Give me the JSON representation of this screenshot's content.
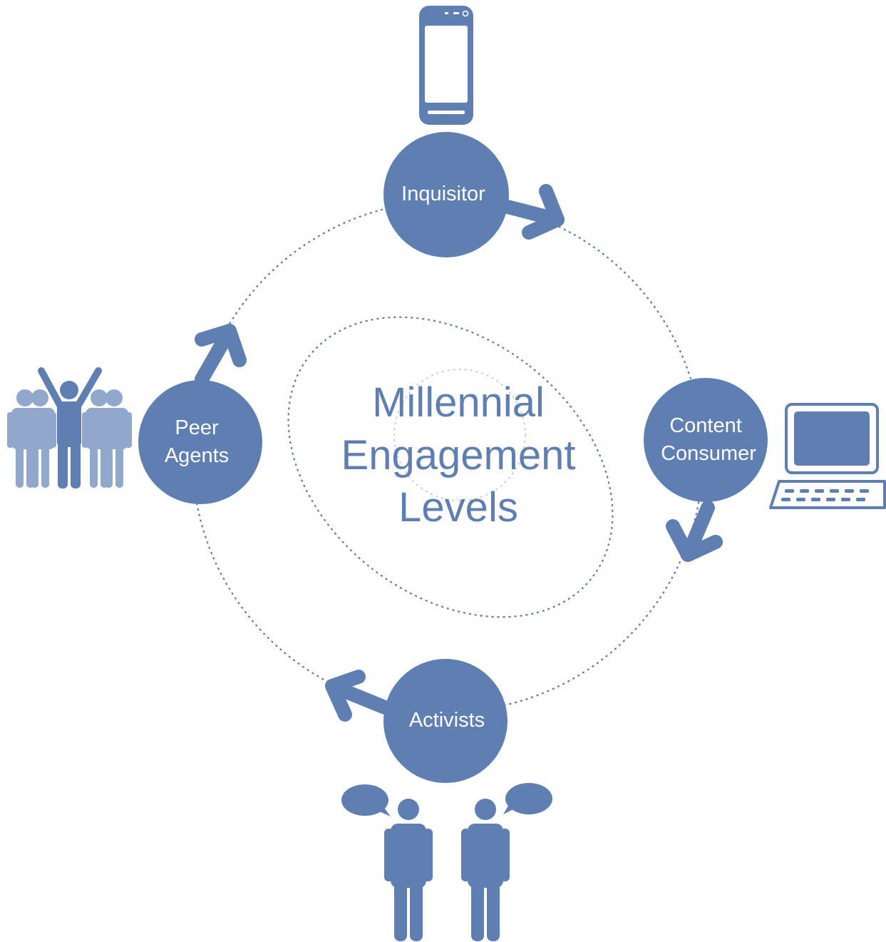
{
  "title": {
    "line1": "Millennial",
    "line2": "Engagement",
    "line3": "Levels"
  },
  "nodes": {
    "inquisitor": {
      "label": "Inquisitor"
    },
    "content_consumer": {
      "line1": "Content",
      "line2": "Consumer"
    },
    "activists": {
      "label": "Activists"
    },
    "peer_agents": {
      "line1": "Peer",
      "line2": "Agents"
    }
  },
  "icons": {
    "inquisitor": "smartphone-icon",
    "content_consumer": "laptop-icon",
    "activists": "two-people-talking-icon",
    "peer_agents": "cheering-crowd-icon"
  },
  "colors": {
    "primary": "#5f7fb2",
    "secondary": "#91a8cc",
    "ring": "#5b7bb0",
    "background": "#ffffff"
  }
}
